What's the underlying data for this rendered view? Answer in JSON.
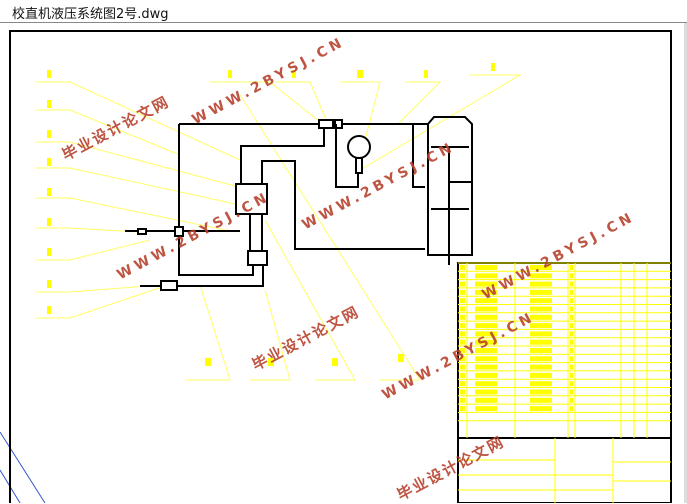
{
  "window": {
    "title": "校直机液压系统图2号.dwg"
  },
  "watermark": {
    "cn": "毕业设计论文网",
    "url": "WWW.2BYSJ.CN",
    "color": "#b8422e"
  },
  "colors": {
    "line": "#000000",
    "leader": "#ffff66",
    "table": "#ffff00"
  }
}
